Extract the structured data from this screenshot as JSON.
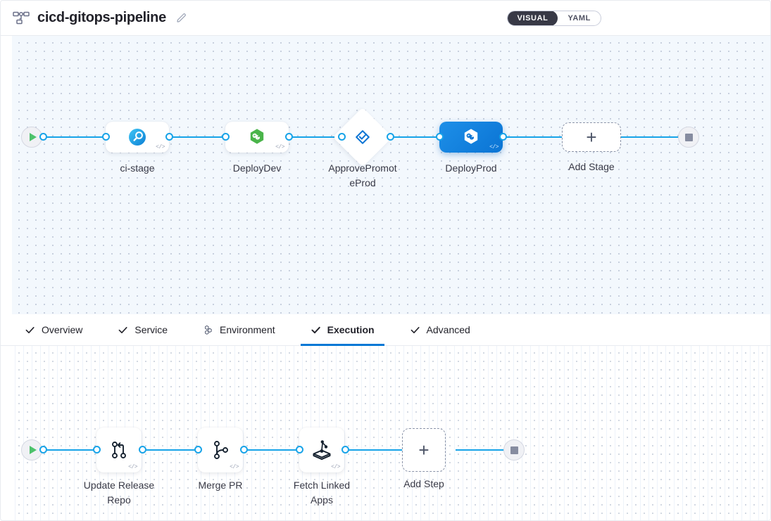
{
  "header": {
    "pipeline_icon": "pipeline-nodes-icon",
    "title": "cicd-gitops-pipeline",
    "edit_icon": "pencil-edit-icon",
    "view_toggle": {
      "visual_label": "VISUAL",
      "yaml_label": "YAML",
      "selected": "VISUAL"
    }
  },
  "stage_canvas": {
    "start_node": {
      "name": "pipeline-start",
      "icon": "play-icon"
    },
    "end_node": {
      "name": "pipeline-end",
      "icon": "stop-icon"
    },
    "stages": [
      {
        "label": "ci-stage",
        "icon": "harness-ci-icon",
        "type": "rounded",
        "selected": false,
        "code_badge": "</>"
      },
      {
        "label": "DeployDev",
        "icon": "harness-cd-hexagon-icon",
        "type": "rounded",
        "selected": false,
        "code_badge": "</>"
      },
      {
        "label": "ApprovePromotePr",
        "label_line1": "ApprovePromot",
        "label_line2": "eProd",
        "icon": "approval-diamond-check-icon",
        "type": "diamond",
        "selected": false,
        "code_badge": ""
      },
      {
        "label": "DeployProd",
        "icon": "harness-cd-hexagon-icon",
        "type": "rounded",
        "selected": true,
        "code_badge": "</>"
      }
    ],
    "add_stage": {
      "label": "Add Stage",
      "icon": "plus-icon"
    }
  },
  "tabs": [
    {
      "label": "Overview",
      "icon": "check-icon",
      "active": false
    },
    {
      "label": "Service",
      "icon": "check-icon",
      "active": false
    },
    {
      "label": "Environment",
      "icon": "hexagon-cluster-icon",
      "active": false
    },
    {
      "label": "Execution",
      "icon": "check-icon",
      "active": true
    },
    {
      "label": "Advanced",
      "icon": "check-icon",
      "active": false
    }
  ],
  "step_canvas": {
    "start_node": {
      "name": "execution-start",
      "icon": "play-icon"
    },
    "end_node": {
      "name": "execution-end",
      "icon": "stop-icon"
    },
    "steps": [
      {
        "label_line1": "Update Release",
        "label_line2": "Repo",
        "icon": "git-branch-update-icon",
        "code_badge": "</>"
      },
      {
        "label_line1": "Merge PR",
        "label_line2": "",
        "icon": "git-merge-icon",
        "code_badge": "</>"
      },
      {
        "label_line1": "Fetch Linked",
        "label_line2": "Apps",
        "icon": "gitops-fetch-apps-icon",
        "code_badge": "</>"
      }
    ],
    "add_step": {
      "label": "Add Step",
      "icon": "plus-icon"
    }
  },
  "colors": {
    "accent_blue": "#0278d5",
    "edge_blue": "#17a3e8",
    "selected_stage": "#0b74d4",
    "canvas_top_bg": "#f3f8fd",
    "canvas_bottom_bg": "#ffffff",
    "header_text": "#22222a",
    "toggle_active_bg": "#383946",
    "deploy_dev_green": "#4ab44a"
  }
}
